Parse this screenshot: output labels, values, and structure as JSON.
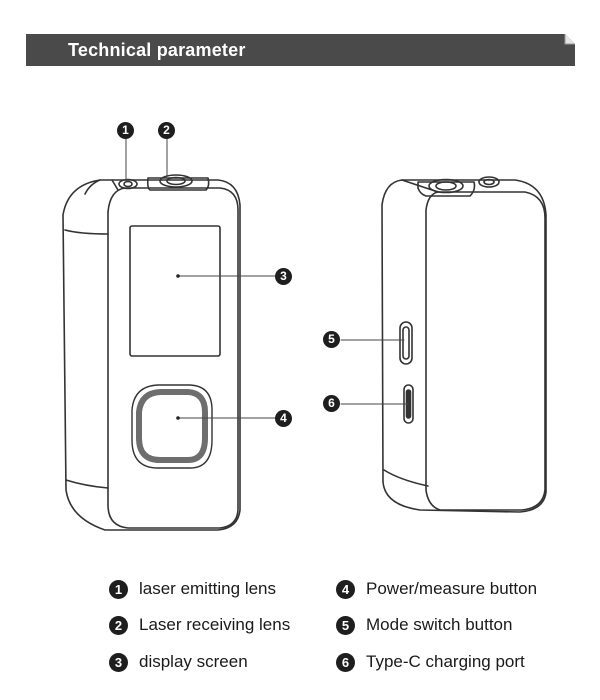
{
  "title": "Technical parameter",
  "callouts": [
    {
      "num": "1",
      "label": "laser emitting lens"
    },
    {
      "num": "2",
      "label": "Laser receiving lens"
    },
    {
      "num": "3",
      "label": "display screen"
    },
    {
      "num": "4",
      "label": "Power/measure button"
    },
    {
      "num": "5",
      "label": "Mode switch button"
    },
    {
      "num": "6",
      "label": "Type-C charging port"
    }
  ],
  "colors": {
    "banner": "#4a4a4a",
    "marker": "#1e1e1e",
    "outline": "#333333"
  }
}
